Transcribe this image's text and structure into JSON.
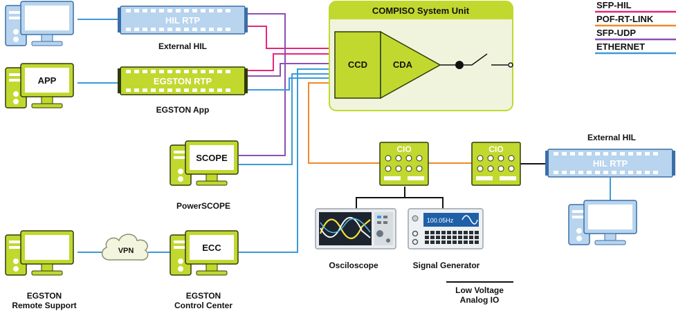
{
  "legend": {
    "items": [
      {
        "label": "SFP-HIL",
        "color": "#e6247a"
      },
      {
        "label": "POF-RT-LINK",
        "color": "#ef8a2a"
      },
      {
        "label": "SFP-UDP",
        "color": "#8b4fb3"
      },
      {
        "label": "ETHERNET",
        "color": "#3a9ad9"
      }
    ]
  },
  "colors": {
    "lime": "#c1d82f",
    "lime_dark": "#2f3a0a",
    "blue_device": "#b8d4ee",
    "blue_dark": "#3a6ea8",
    "panel_bg": "#f1f4dc",
    "panel_header": "#c1d82f",
    "black_line": "#111111"
  },
  "system_unit": {
    "title": "COMPISO System Unit",
    "ccd_label": "CCD",
    "cda_label": "CDA"
  },
  "devices": {
    "hil_rtp_top": {
      "label": "HIL RTP",
      "caption": "External HIL"
    },
    "egston_rtp": {
      "label": "EGSTON RTP",
      "caption": "EGSTON App"
    },
    "app_pc": {
      "screen_label": "APP"
    },
    "scope_pc": {
      "screen_label": "SCOPE",
      "caption": "PowerSCOPE"
    },
    "ecc_pc": {
      "screen_label": "ECC",
      "caption_line1": "EGSTON",
      "caption_line2": "Control Center"
    },
    "remote_pc": {
      "caption_line1": "EGSTON",
      "caption_line2": "Remote Support"
    },
    "vpn": {
      "label": "VPN"
    },
    "cio_left": {
      "label": "CIO"
    },
    "cio_right": {
      "label": "CIO"
    },
    "hil_rtp_right": {
      "label": "HIL RTP",
      "caption": "External HIL"
    },
    "oscilloscope": {
      "caption": "Osciloscope"
    },
    "signal_generator": {
      "caption": "Signal Generator",
      "display": "100.05Hz"
    }
  },
  "low_voltage": {
    "line1": "Low Voltage",
    "line2": "Analog IO"
  }
}
